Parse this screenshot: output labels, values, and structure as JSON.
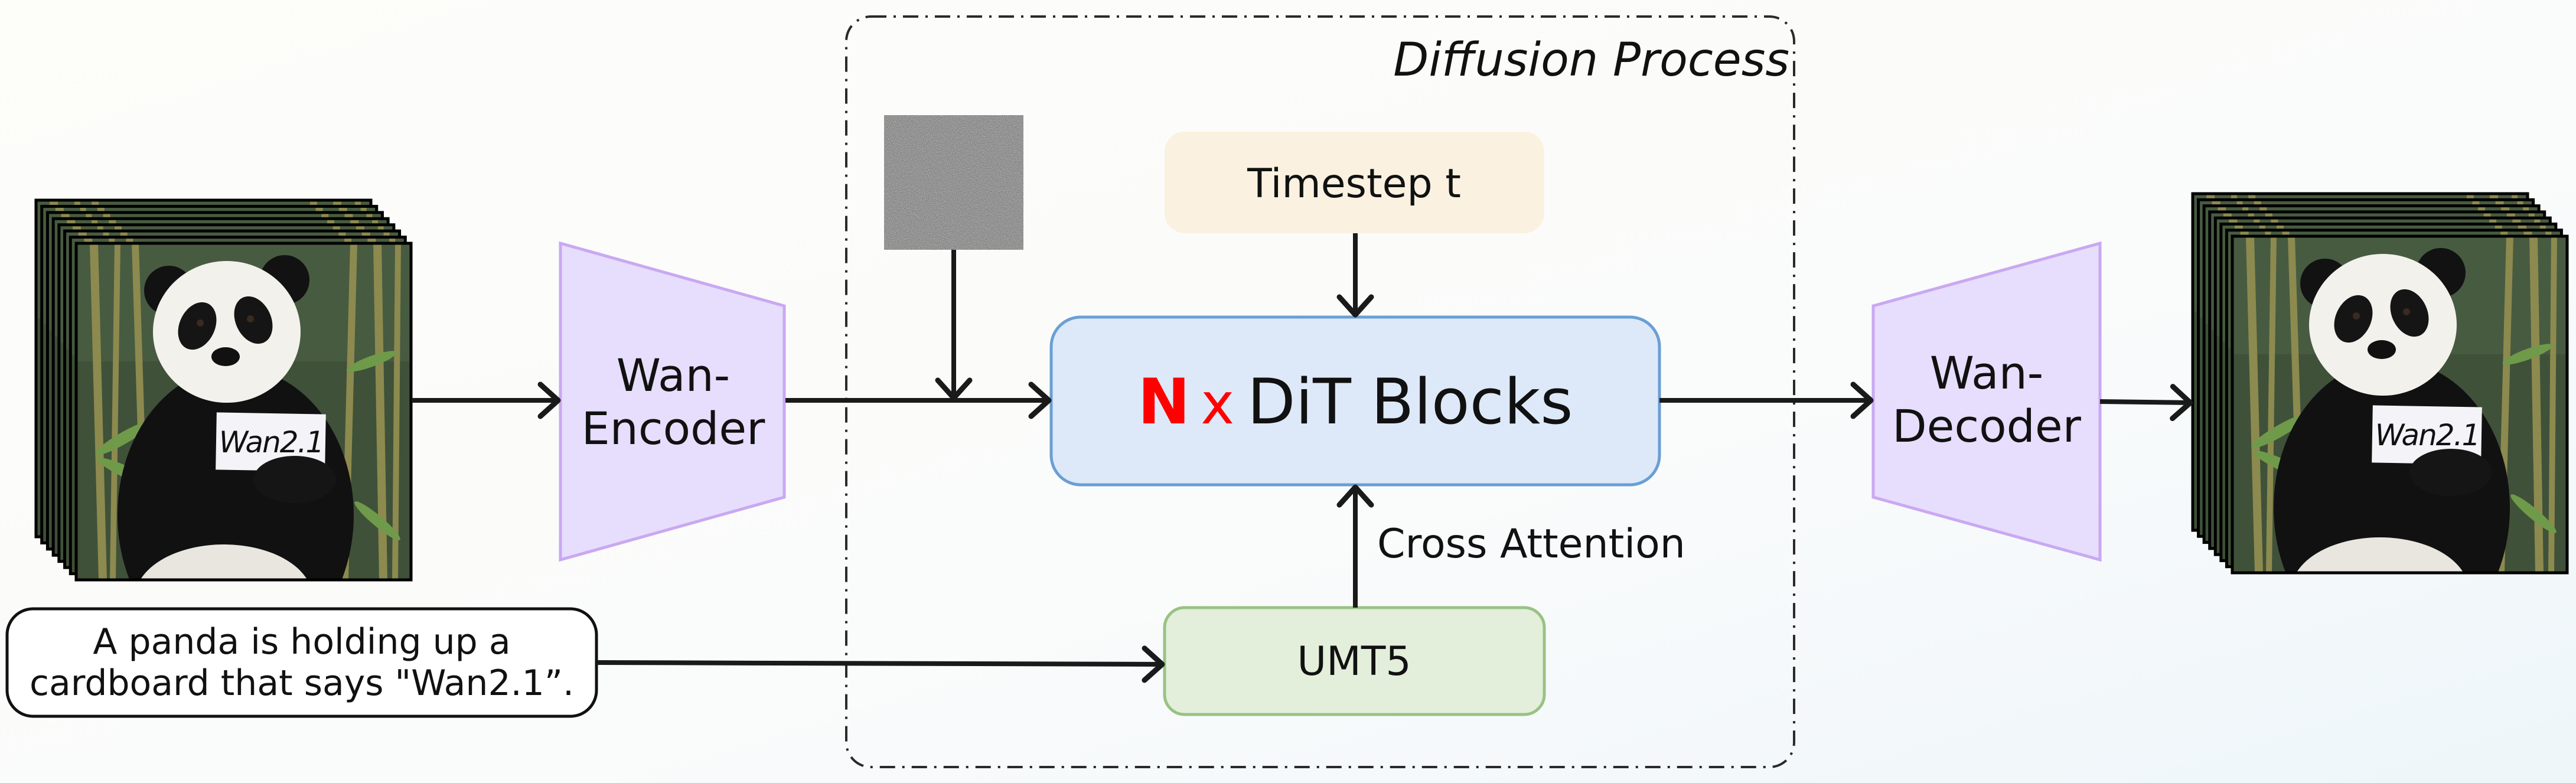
{
  "diffusion_process": {
    "title": "Diffusion Process"
  },
  "encoder": {
    "line1": "Wan-",
    "line2": "Encoder"
  },
  "decoder": {
    "line1": "Wan-",
    "line2": "Decoder"
  },
  "timestep": {
    "label": "Timestep t"
  },
  "dit": {
    "count": "N",
    "times": "x",
    "label": "DiT Blocks"
  },
  "cross_attention": {
    "label": "Cross Attention"
  },
  "umt5": {
    "label": "UMT5"
  },
  "prompt": {
    "line1": "A panda is holding up a",
    "line2": "cardboard that says \"Wan2.1”."
  },
  "video_frames": {
    "sign_text": "Wan2.1",
    "frame_count": 8
  },
  "colors": {
    "encoder_fill": "#e6defc",
    "encoder_stroke": "#c9a8f2",
    "timestep_fill": "#faf1e0",
    "dit_fill": "#dde9f9",
    "dit_stroke": "#6a9fd3",
    "umt5_fill": "#e3eedb",
    "umt5_stroke": "#98c284",
    "accent_red": "#ff0000"
  }
}
